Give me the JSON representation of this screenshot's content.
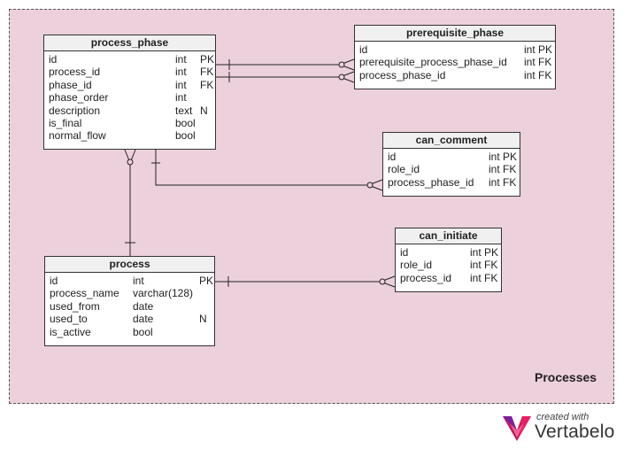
{
  "subject_area": {
    "label": "Processes",
    "bg": "#ecd0dc"
  },
  "tables": {
    "process_phase": {
      "name": "process_phase",
      "rows": [
        {
          "name": "id",
          "type": "int",
          "key": "PK"
        },
        {
          "name": "process_id",
          "type": "int",
          "key": "FK"
        },
        {
          "name": "phase_id",
          "type": "int",
          "key": "FK"
        },
        {
          "name": "phase_order",
          "type": "int",
          "key": ""
        },
        {
          "name": "description",
          "type": "text",
          "key": "N"
        },
        {
          "name": "is_final",
          "type": "bool",
          "key": ""
        },
        {
          "name": "normal_flow",
          "type": "bool",
          "key": ""
        }
      ]
    },
    "prerequisite_phase": {
      "name": "prerequisite_phase",
      "rows": [
        {
          "name": "id",
          "type": "int",
          "key": "PK"
        },
        {
          "name": "prerequisite_process_phase_id",
          "type": "int",
          "key": "FK"
        },
        {
          "name": "process_phase_id",
          "type": "int",
          "key": "FK"
        }
      ]
    },
    "can_comment": {
      "name": "can_comment",
      "rows": [
        {
          "name": "id",
          "type": "int",
          "key": "PK"
        },
        {
          "name": "role_id",
          "type": "int",
          "key": "FK"
        },
        {
          "name": "process_phase_id",
          "type": "int",
          "key": "FK"
        }
      ]
    },
    "can_initiate": {
      "name": "can_initiate",
      "rows": [
        {
          "name": "id",
          "type": "int",
          "key": "PK"
        },
        {
          "name": "role_id",
          "type": "int",
          "key": "FK"
        },
        {
          "name": "process_id",
          "type": "int",
          "key": "FK"
        }
      ]
    },
    "process": {
      "name": "process",
      "rows": [
        {
          "name": "id",
          "type": "int",
          "key": "PK"
        },
        {
          "name": "process_name",
          "type": "varchar(128)",
          "key": ""
        },
        {
          "name": "used_from",
          "type": "date",
          "key": ""
        },
        {
          "name": "used_to",
          "type": "date",
          "key": "N"
        },
        {
          "name": "is_active",
          "type": "bool",
          "key": ""
        }
      ]
    }
  },
  "relationships": [
    {
      "from": "process_phase",
      "to": "prerequisite_phase",
      "cardinality": "one-to-many"
    },
    {
      "from": "process_phase",
      "to": "prerequisite_phase",
      "cardinality": "one-to-many"
    },
    {
      "from": "process_phase",
      "to": "can_comment",
      "cardinality": "one-to-many"
    },
    {
      "from": "process",
      "to": "process_phase",
      "cardinality": "one-to-many"
    },
    {
      "from": "process",
      "to": "can_initiate",
      "cardinality": "one-to-many"
    }
  ],
  "logo": {
    "created_with": "created with",
    "brand": "Vertabelo"
  }
}
